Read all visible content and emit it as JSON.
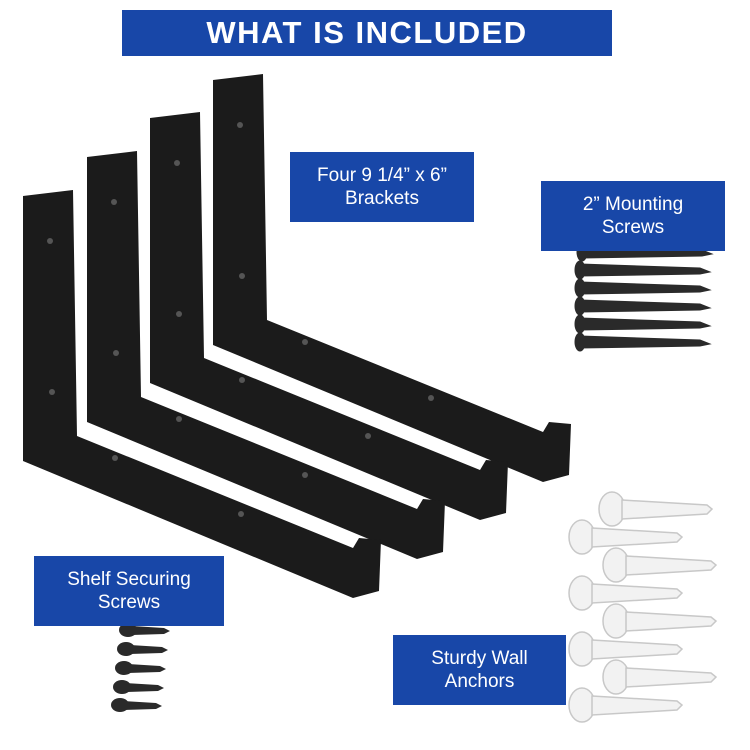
{
  "title": "WHAT IS INCLUDED",
  "labels": {
    "brackets": [
      "Four  9 1/4” x 6”",
      "Brackets"
    ],
    "mounting_screws": [
      "2” Mounting",
      "Screws"
    ],
    "shelf_screws": [
      "Shelf Securing",
      "Screws"
    ],
    "wall_anchors": [
      "Sturdy Wall",
      "Anchors"
    ]
  },
  "colors": {
    "banner": "#1847a8",
    "bracket": "#1b1b1b",
    "screw": "#2a2a2a",
    "anchor": "#f2f2f2"
  }
}
